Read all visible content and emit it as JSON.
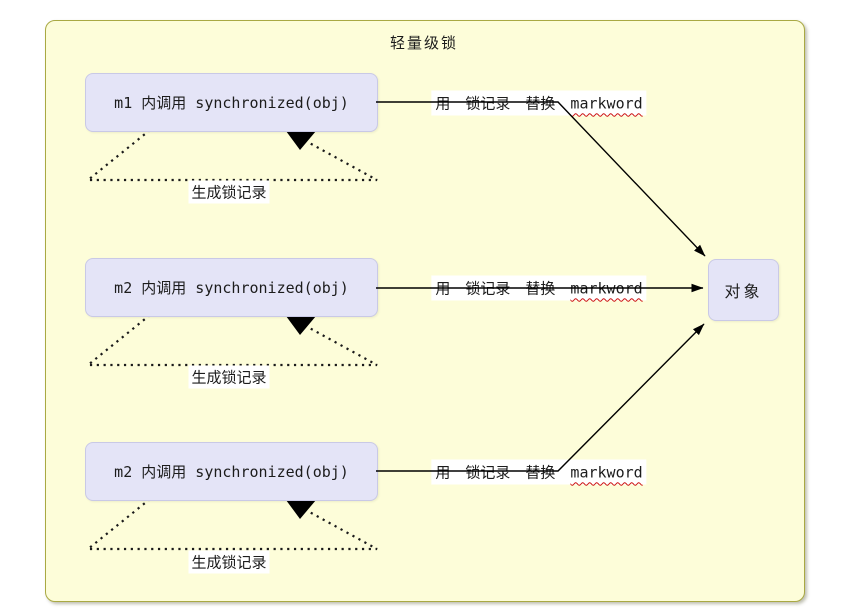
{
  "diagram": {
    "title": "轻量级锁",
    "nodes": [
      {
        "id": "m1",
        "label": "m1 内调用 synchronized(obj)"
      },
      {
        "id": "m2a",
        "label": "m2 内调用 synchronized(obj)"
      },
      {
        "id": "m2b",
        "label": "m2 内调用 synchronized(obj)"
      },
      {
        "id": "obj",
        "label": "对象"
      }
    ],
    "edges": [
      {
        "from": "m1",
        "to": "obj",
        "text": "用 锁记录 替换",
        "code": "markword"
      },
      {
        "from": "m2a",
        "to": "obj",
        "text": "用 锁记录 替换",
        "code": "markword"
      },
      {
        "from": "m2b",
        "to": "obj",
        "text": "用 锁记录 替换",
        "code": "markword"
      }
    ],
    "self_loops": [
      {
        "node": "m1",
        "label": "生成锁记录"
      },
      {
        "node": "m2a",
        "label": "生成锁记录"
      },
      {
        "node": "m2b",
        "label": "生成锁记录"
      }
    ],
    "colors": {
      "frame_fill": "#fdfdd9",
      "frame_border": "#a9a943",
      "node_fill": "#e4e4f7",
      "node_border": "#c9c9e6",
      "edge_line": "#000000",
      "label_bg": "#ffffff",
      "spellcheck_underline": "#cc1111"
    }
  }
}
